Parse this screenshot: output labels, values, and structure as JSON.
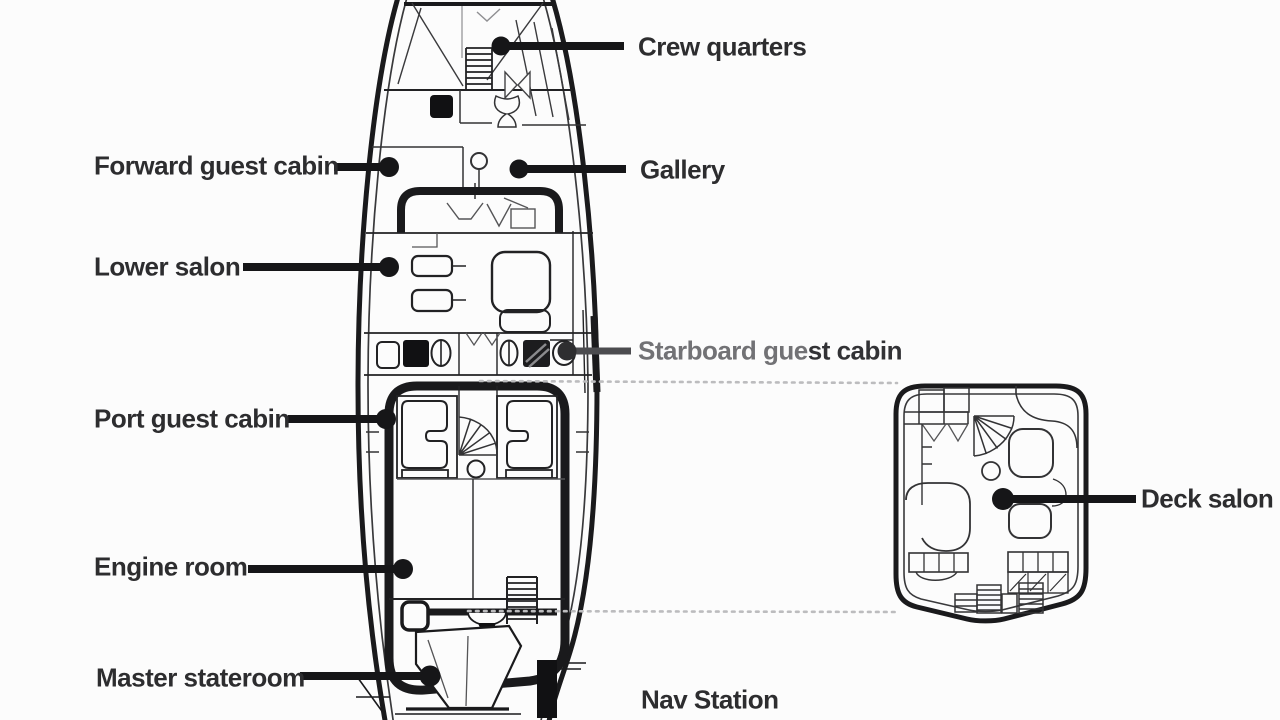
{
  "figure": {
    "type": "yacht-deck-plan-diagram",
    "background_color": "#fcfcfc",
    "line_color": "#1a1a1c",
    "muted_line_color": "#8f8f92",
    "dotted_connector_color": "#bcbcbe",
    "label_color": "#2d2d2f",
    "starboard_label_fade_colors": [
      "#727275",
      "#323235"
    ],
    "leader_line_color": "#161618",
    "starboard_leader_color": "#4c4c4f"
  },
  "labels": {
    "crew_quarters": "Crew quarters",
    "forward_guest_cabin": "Forward guest cabin",
    "gallery": "Gallery",
    "lower_salon": "Lower salon",
    "starboard_guest_cabin": "Starboard guest cabin",
    "starboard_guest_cabin_part1": "Starboard gue",
    "starboard_guest_cabin_part2": "st cabin",
    "port_guest_cabin": "Port guest cabin",
    "engine_room": "Engine room",
    "master_stateroom": "Master stateroom",
    "deck_salon": "Deck salon",
    "nav_station": "Nav Station"
  }
}
